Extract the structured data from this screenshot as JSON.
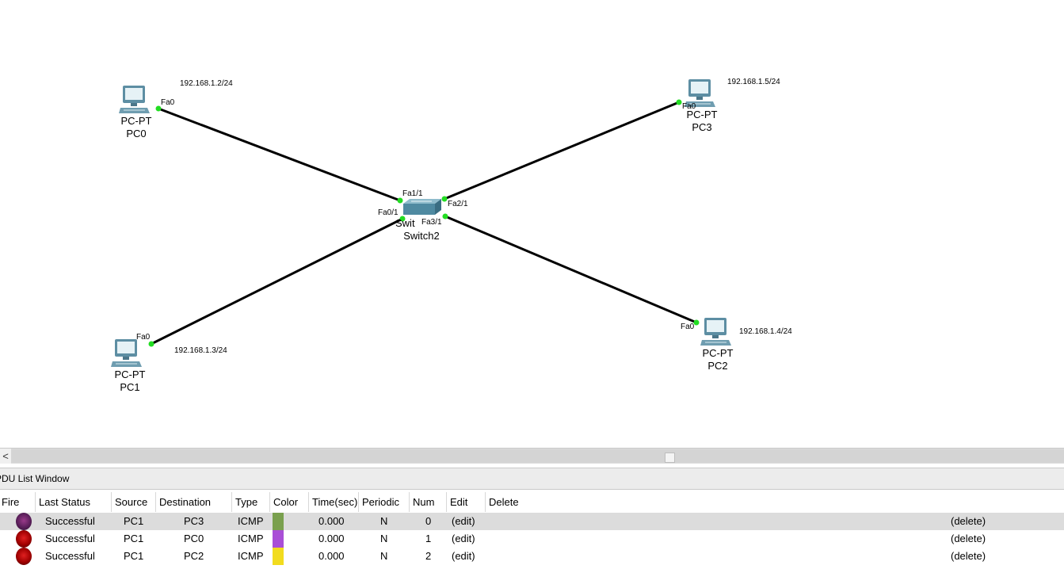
{
  "topology": {
    "devices": [
      {
        "id": "pc0",
        "type_label": "PC-PT",
        "name": "PC0",
        "ip": "192.168.1.2/24",
        "port": "Fa0"
      },
      {
        "id": "pc1",
        "type_label": "PC-PT",
        "name": "PC1",
        "ip": "192.168.1.3/24",
        "port": "Fa0"
      },
      {
        "id": "pc2",
        "type_label": "PC-PT",
        "name": "PC2",
        "ip": "192.168.1.4/24",
        "port": "Fa0"
      },
      {
        "id": "pc3",
        "type_label": "PC-PT",
        "name": "PC3",
        "ip": "192.168.1.5/24",
        "port": "Fa0"
      }
    ],
    "switch": {
      "type_label": "Swit",
      "name": "Switch2",
      "ports": [
        "Fa0/1",
        "Fa1/1",
        "Fa2/1",
        "Fa3/1"
      ]
    },
    "link_color": "#000000",
    "port_up_color": "#22dd22"
  },
  "scrollbar": {
    "left_arrow": "<"
  },
  "pdu_window": {
    "title": "PDU List Window",
    "columns": [
      "Fire",
      "Last Status",
      "Source",
      "Destination",
      "Type",
      "Color",
      "Time(sec)",
      "Periodic",
      "Num",
      "Edit",
      "Delete"
    ],
    "rows": [
      {
        "status": "Successful",
        "source": "PC1",
        "destination": "PC3",
        "type": "ICMP",
        "color": "#7aa04e",
        "time": "0.000",
        "periodic": "N",
        "num": "0",
        "edit": "(edit)",
        "delete": "(delete)"
      },
      {
        "status": "Successful",
        "source": "PC1",
        "destination": "PC0",
        "type": "ICMP",
        "color": "#a94fd6",
        "time": "0.000",
        "periodic": "N",
        "num": "1",
        "edit": "(edit)",
        "delete": "(delete)"
      },
      {
        "status": "Successful",
        "source": "PC1",
        "destination": "PC2",
        "type": "ICMP",
        "color": "#f2dc1e",
        "time": "0.000",
        "periodic": "N",
        "num": "2",
        "edit": "(edit)",
        "delete": "(delete)"
      }
    ]
  }
}
